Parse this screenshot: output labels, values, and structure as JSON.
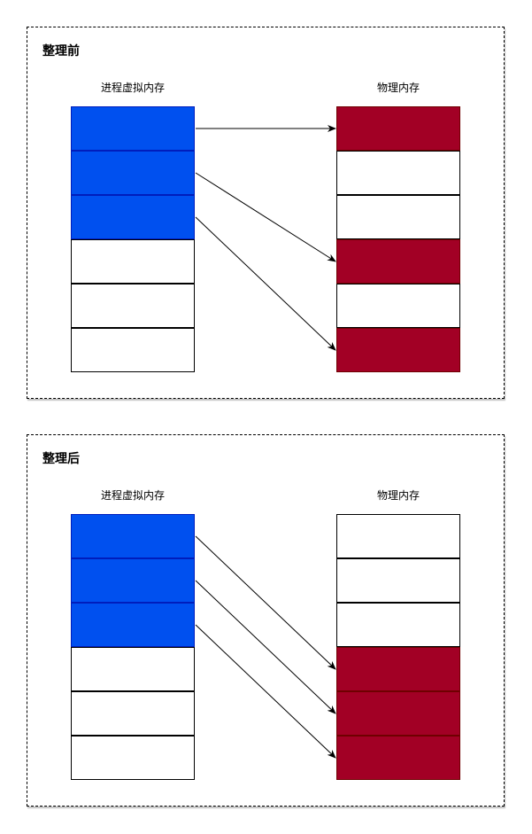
{
  "colors": {
    "virtual_used": "#0050EF",
    "physical_used": "#A20025",
    "line": "#000000"
  },
  "before": {
    "title": "整理前",
    "virtual_label": "进程虚拟内存",
    "physical_label": "物理内存",
    "virtual_cells": [
      "used",
      "used",
      "used",
      "free",
      "free",
      "free"
    ],
    "physical_cells": [
      "used",
      "free",
      "free",
      "used",
      "free",
      "used"
    ],
    "mappings": [
      [
        0,
        0
      ],
      [
        1,
        3
      ],
      [
        2,
        5
      ]
    ]
  },
  "after": {
    "title": "整理后",
    "virtual_label": "进程虚拟内存",
    "physical_label": "物理内存",
    "virtual_cells": [
      "used",
      "used",
      "used",
      "free",
      "free",
      "free"
    ],
    "physical_cells": [
      "free",
      "free",
      "free",
      "used",
      "used",
      "used"
    ],
    "mappings": [
      [
        0,
        3
      ],
      [
        1,
        4
      ],
      [
        2,
        5
      ]
    ]
  }
}
